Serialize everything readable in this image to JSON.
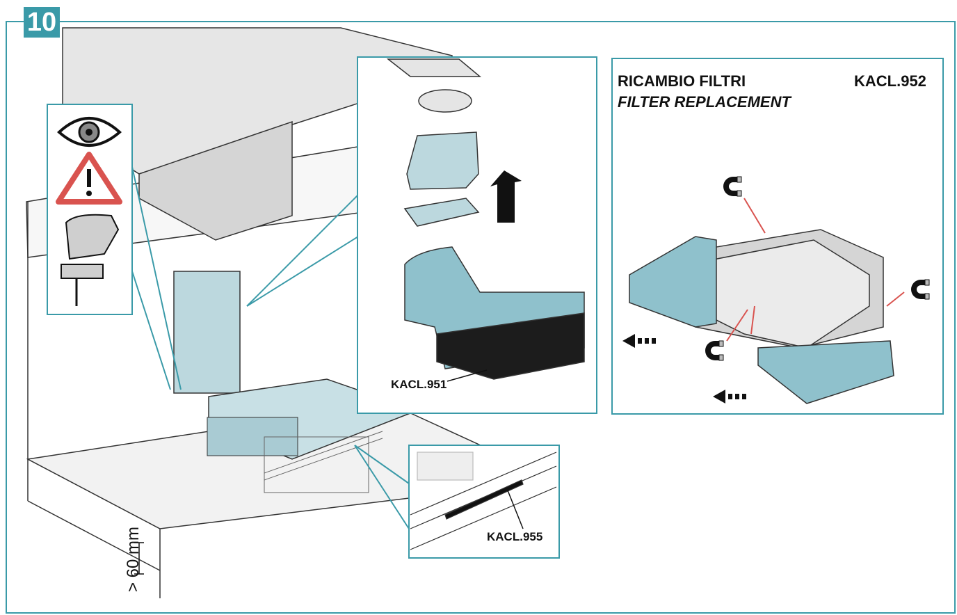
{
  "step": {
    "number": "10"
  },
  "filter_panel": {
    "title_it": "RICAMBIO FILTRI",
    "title_en": "FILTER REPLACEMENT",
    "code": "KACL.952"
  },
  "detail_panel": {
    "code": "KACL.951"
  },
  "plinth_detail": {
    "code": "KACL.955"
  },
  "dimension": {
    "label": "> 60 mm"
  },
  "icons": [
    "eye-icon",
    "warning-icon",
    "jigsaw-icon",
    "magnet-icon",
    "arrow-icon"
  ],
  "colors": {
    "accent": "#3a9aa8",
    "part_fill": "#7fb8c4",
    "warning": "#d9534f"
  }
}
